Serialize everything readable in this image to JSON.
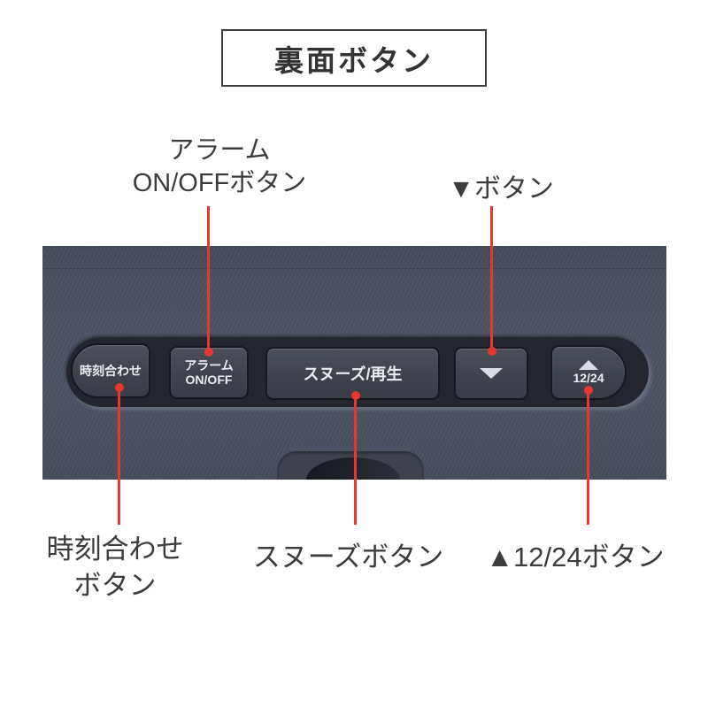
{
  "title_box": {
    "label": "裏面ボタン"
  },
  "callouts": {
    "alarm": {
      "line1": "アラーム",
      "line2": "ON/OFFボタン"
    },
    "down": {
      "text": "▼ボタン"
    },
    "clock": {
      "line1": "時刻合わせ",
      "line2": "ボタン"
    },
    "snooze": {
      "text": "スヌーズボタン"
    },
    "up1224": {
      "text": "▲12/24ボタン"
    }
  },
  "device": {
    "buttons": {
      "clock": {
        "label": "時刻合わせ"
      },
      "alarm": {
        "line1": "アラーム",
        "line2": "ON/OFF"
      },
      "snooze": {
        "label": "スヌーズ/再生"
      },
      "down": {
        "icon": "triangle-down-icon"
      },
      "up1224": {
        "icon": "triangle-up-icon",
        "label": "12/24"
      }
    }
  },
  "colors": {
    "accent_red": "#e8382d",
    "panel_gray_blue": "#4b5262",
    "button_face": "#3e434d",
    "button_text": "#e9ecf1",
    "label_text": "#3c3c3c"
  }
}
